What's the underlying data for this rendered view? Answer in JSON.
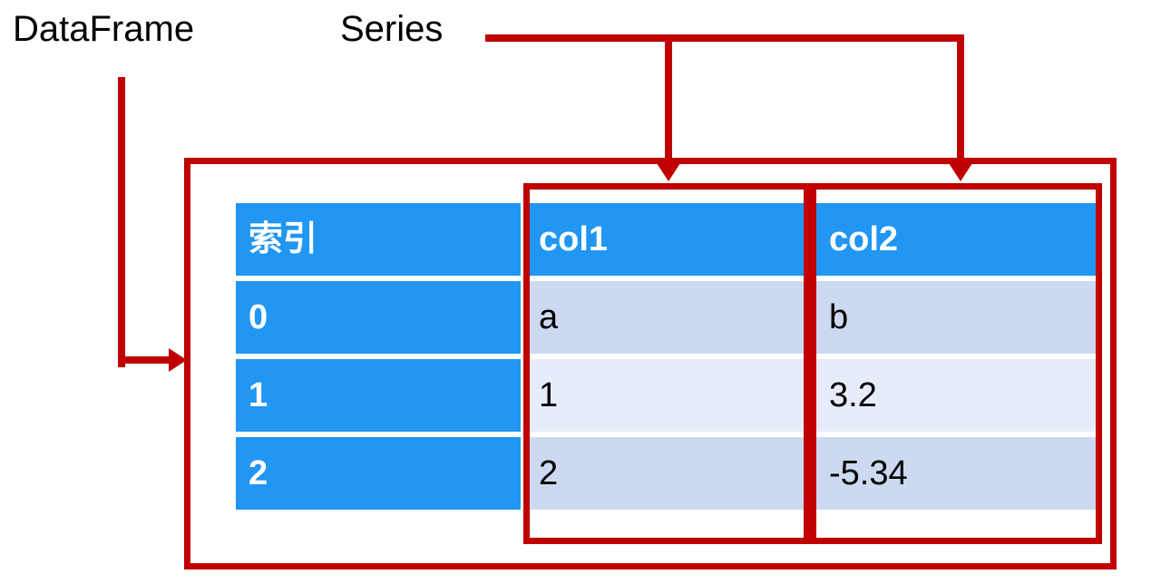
{
  "diagram": {
    "title_labels": {
      "dataframe": "DataFrame",
      "series": "Series"
    },
    "colors": {
      "accent_red": "#c00000",
      "header_blue": "#2196f3",
      "row_shade_dark": "#ccd9f0",
      "row_shade_light": "#e6ecf9",
      "text_dark": "#000000",
      "text_light": "#ffffff"
    },
    "annotations": {
      "dataframe_target": "outer-table-box",
      "series_targets": [
        "col1-box",
        "col2-box"
      ]
    }
  },
  "table": {
    "headers": {
      "index": "索引",
      "col1": "col1",
      "col2": "col2"
    },
    "rows": [
      {
        "index": "0",
        "col1": "a",
        "col2": "b"
      },
      {
        "index": "1",
        "col1": "1",
        "col2": "3.2"
      },
      {
        "index": "2",
        "col1": "2",
        "col2": "-5.34"
      }
    ]
  }
}
